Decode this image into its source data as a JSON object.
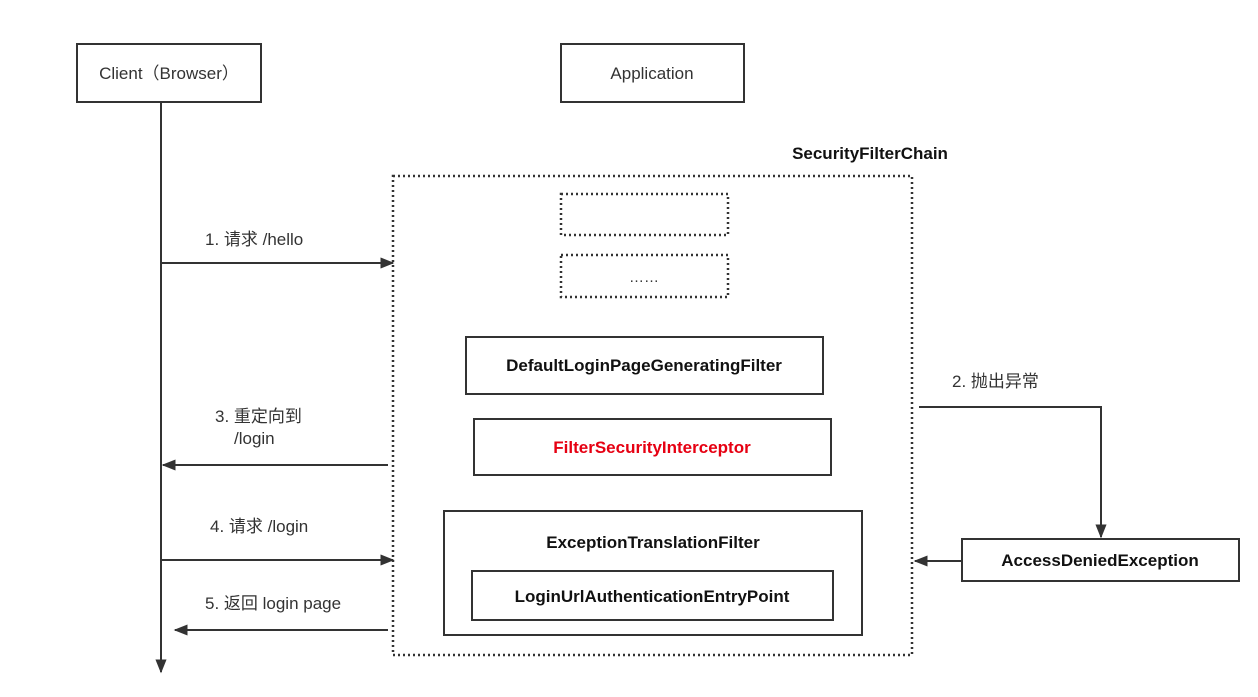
{
  "diagram": {
    "client": "Client（Browser）",
    "application": "Application",
    "chain_title": "SecurityFilterChain",
    "ellipsis": "……",
    "filters": {
      "default_login": "DefaultLoginPageGeneratingFilter",
      "security_interceptor": "FilterSecurityInterceptor",
      "exception_translation": "ExceptionTranslationFilter",
      "entry_point": "LoginUrlAuthenticationEntryPoint"
    },
    "exception": "AccessDeniedException",
    "steps": {
      "s1": "1. 请求 /hello",
      "s2": "2. 抛出异常",
      "s3_line1": "3. 重定向到",
      "s3_line2": "/login",
      "s4": "4. 请求 /login",
      "s5": "5. 返回 login page"
    },
    "colors": {
      "highlight": "#e60012",
      "line": "#333333"
    }
  }
}
